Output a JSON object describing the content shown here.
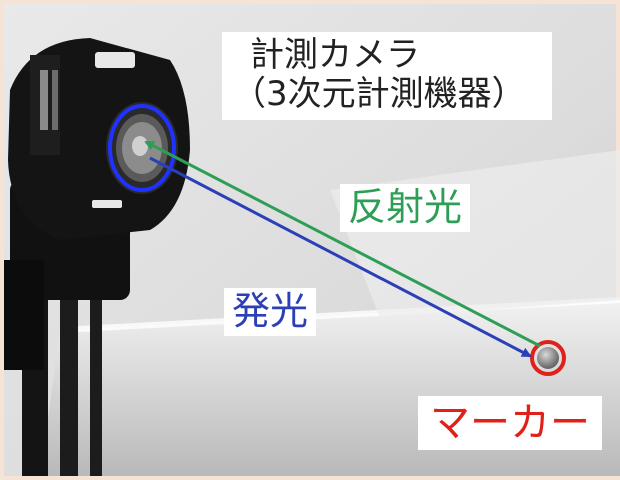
{
  "labels": {
    "camera_line1": "計測カメラ",
    "camera_line2": "（3次元計測機器）",
    "reflected_light": "反射光",
    "emitted_light": "発光",
    "marker": "マーカー"
  },
  "colors": {
    "emitted": "#2b3fb7",
    "reflected": "#2e9e57",
    "marker_ring": "#e0201a",
    "border": "#f7e3d5"
  },
  "icons": [
    "camera-icon",
    "tripod-icon",
    "marker-ball-icon",
    "arrow-icon"
  ]
}
